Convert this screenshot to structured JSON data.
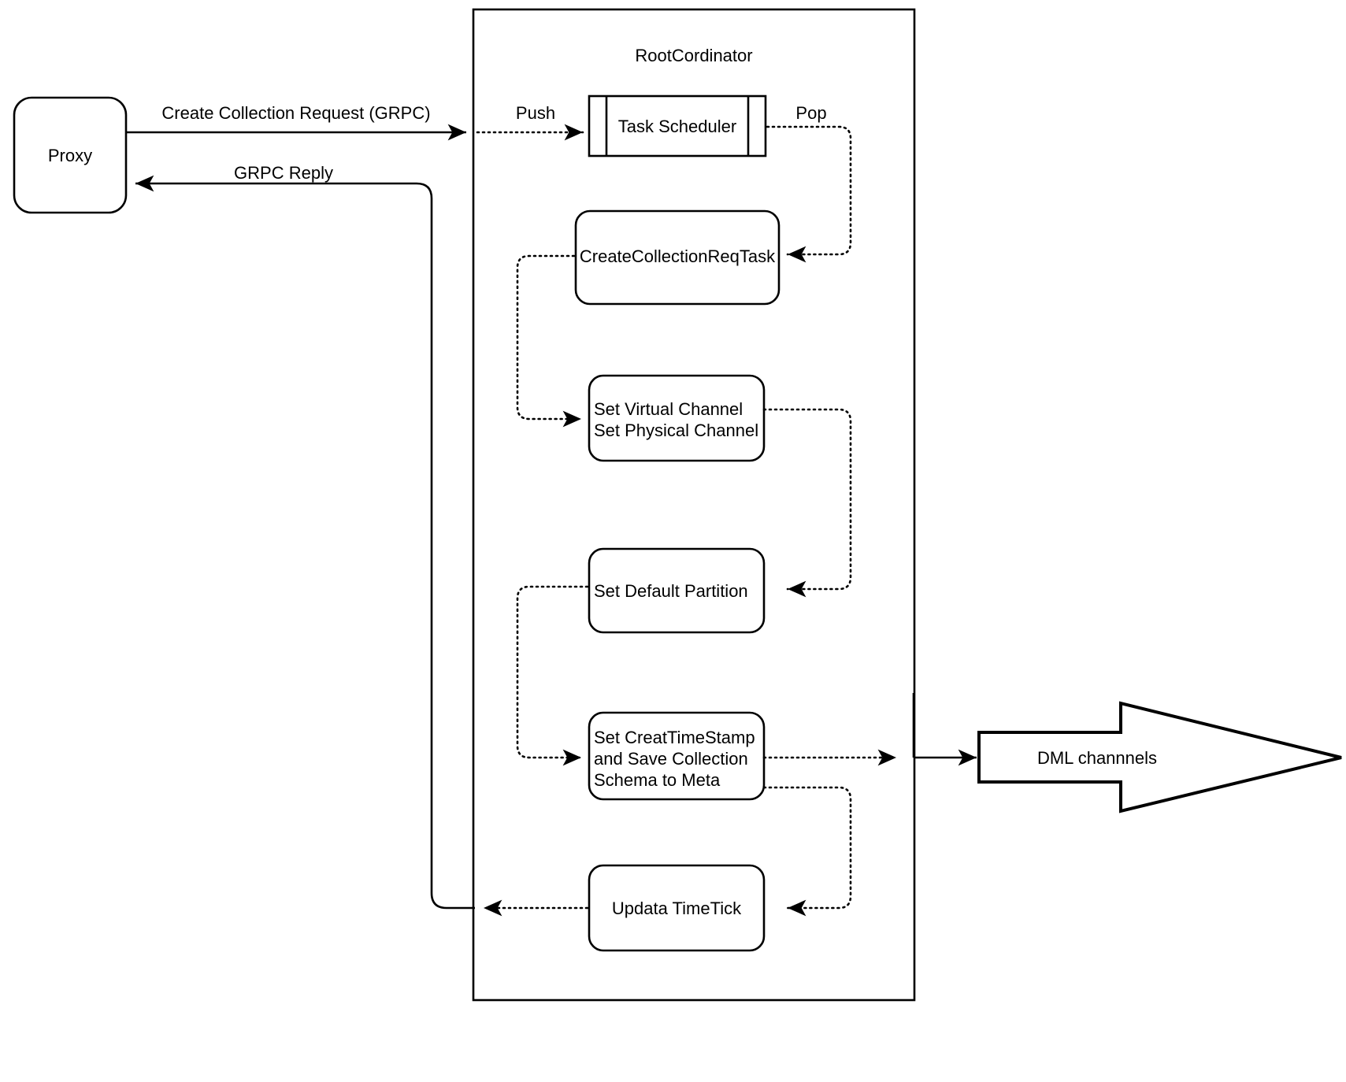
{
  "diagram": {
    "title_label": "RootCordinator",
    "stroke_color": "#000000",
    "fill_color": "#ffffff",
    "nodes": {
      "proxy": {
        "label": "Proxy"
      },
      "root_coordinator": {
        "label": "RootCordinator"
      },
      "task_scheduler": {
        "label": "Task Scheduler"
      },
      "create_collection_req_task": {
        "label": "CreateCollectionReqTask"
      },
      "set_channels": {
        "line1": "Set Virtual Channel",
        "line2": "Set Physical Channel"
      },
      "set_default_partition": {
        "label": "Set Default Partition"
      },
      "set_create_timestamp": {
        "line1": "Set CreatTimeStamp",
        "line2": "and Save Collection",
        "line3": "Schema to Meta"
      },
      "update_timetick": {
        "label": "Updata TimeTick"
      },
      "dml_channels": {
        "label": "DML channnels"
      }
    },
    "edges": {
      "create_collection_request": {
        "label": "Create Collection Request (GRPC)"
      },
      "grpc_reply": {
        "label": "GRPC Reply"
      },
      "push": {
        "label": "Push"
      },
      "pop": {
        "label": "Pop"
      }
    }
  }
}
